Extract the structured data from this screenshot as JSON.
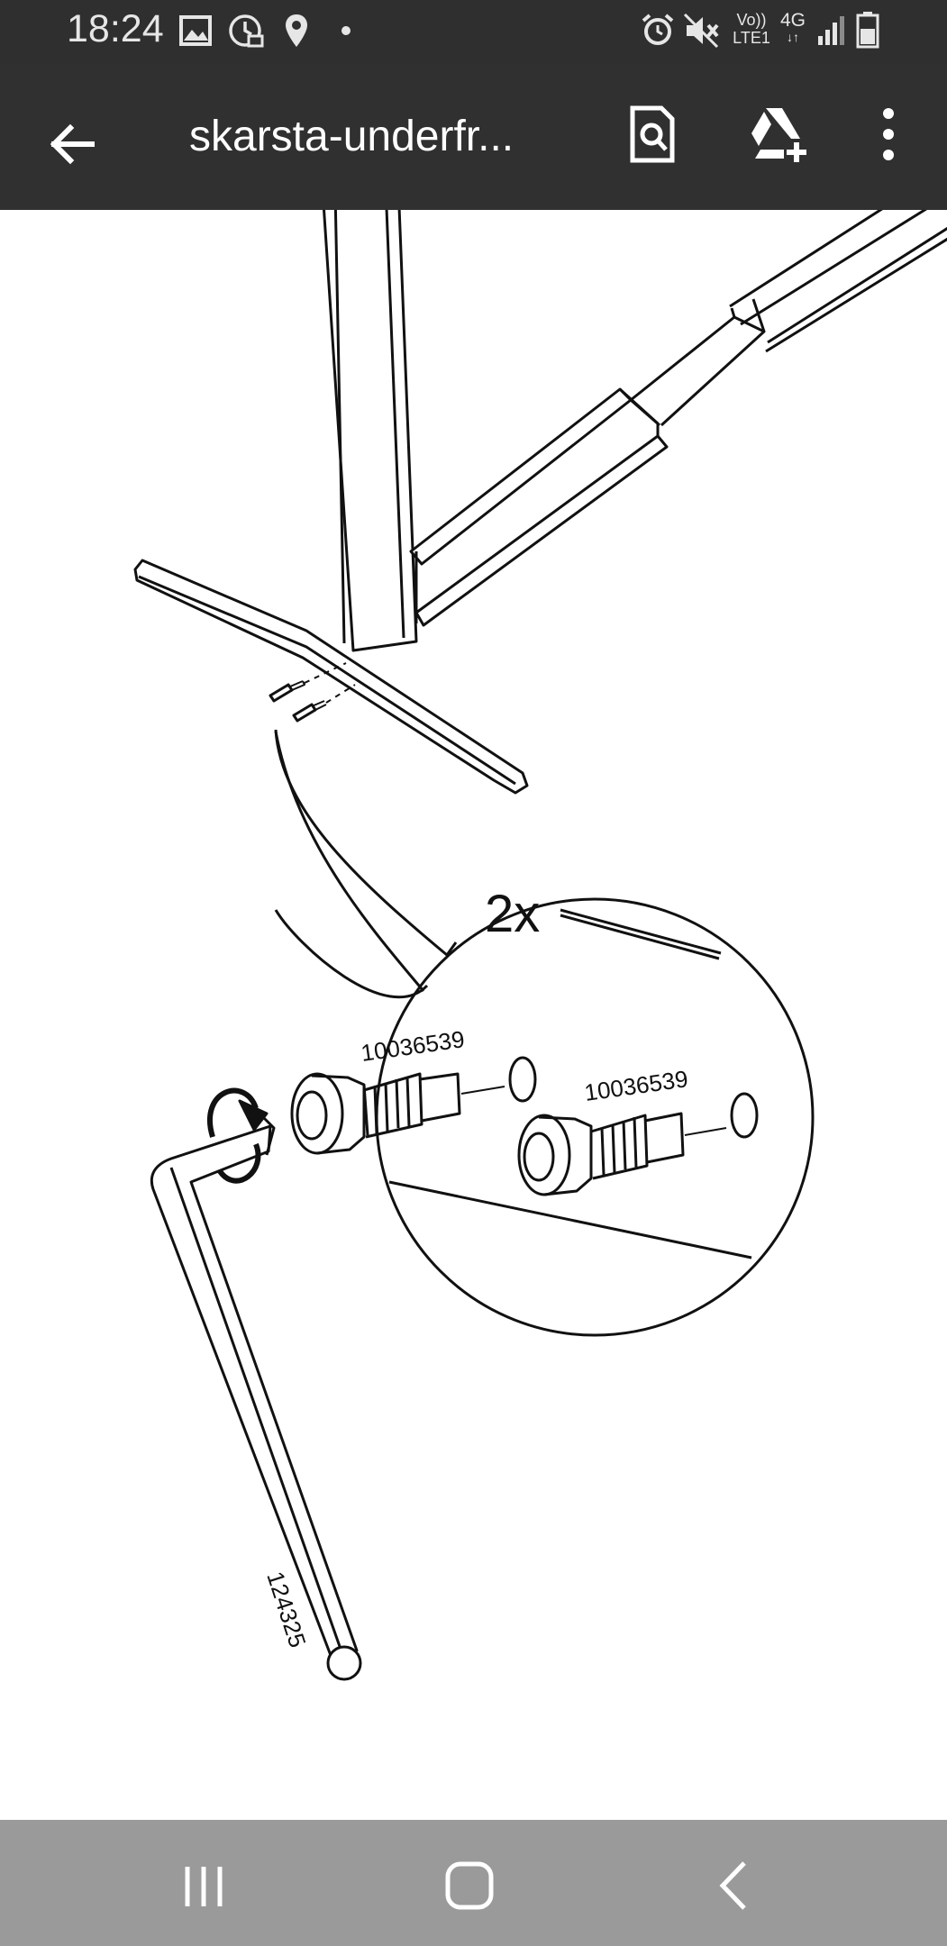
{
  "status_bar": {
    "time": "18:24",
    "left_icons": [
      "image-icon",
      "clock-check-icon",
      "location-pin-icon",
      "dot-icon"
    ],
    "right_icons": [
      "alarm-icon",
      "mute-icon",
      "volte-icon",
      "4g-icon",
      "signal-icon",
      "battery-icon"
    ],
    "volte_top": "Vo))",
    "volte_bottom": "LTE1",
    "network_type": "4G"
  },
  "app_bar": {
    "title": "skarsta-underfr...",
    "back_icon": "arrow-left-icon",
    "search_doc_icon": "document-search-icon",
    "drive_add_icon": "google-drive-add-icon",
    "more_icon": "more-vertical-icon",
    "background": "#303030"
  },
  "diagram": {
    "quantity_label": "2x",
    "part_number_1": "10036539",
    "part_number_2": "10036539",
    "tool_number": "124325"
  },
  "nav_bar": {
    "recents_icon": "recents-icon",
    "home_icon": "home-icon",
    "back_icon": "chevron-left-icon",
    "background": "#9a9a9a"
  }
}
